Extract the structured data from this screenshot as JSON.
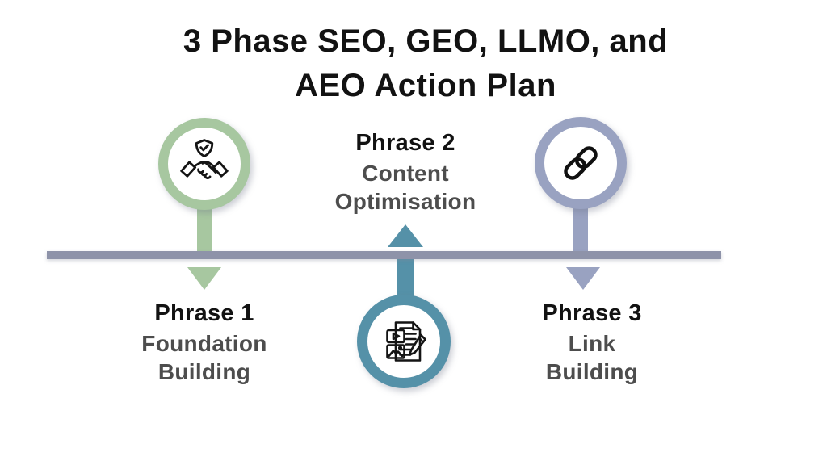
{
  "title": {
    "line1": "3 Phase SEO, GEO, LLMO, and",
    "line2": "AEO Action Plan"
  },
  "timeline": {
    "color": "#8e93a9"
  },
  "phases": [
    {
      "label": "Phrase 1",
      "sub1": "Foundation",
      "sub2": "Building",
      "icon": "handshake-shield-icon",
      "accent_color": "#a7c7a0",
      "marker_side": "above-line",
      "label_side": "below-line"
    },
    {
      "label": "Phrase 2",
      "sub1": "Content",
      "sub2": "Optimisation",
      "icon": "content-edit-icon",
      "accent_color": "#5591a8",
      "marker_side": "below-line",
      "label_side": "above-line"
    },
    {
      "label": "Phrase 3",
      "sub1": "Link",
      "sub2": "Building",
      "icon": "chain-link-icon",
      "accent_color": "#99a2c1",
      "marker_side": "above-line",
      "label_side": "below-line"
    }
  ]
}
